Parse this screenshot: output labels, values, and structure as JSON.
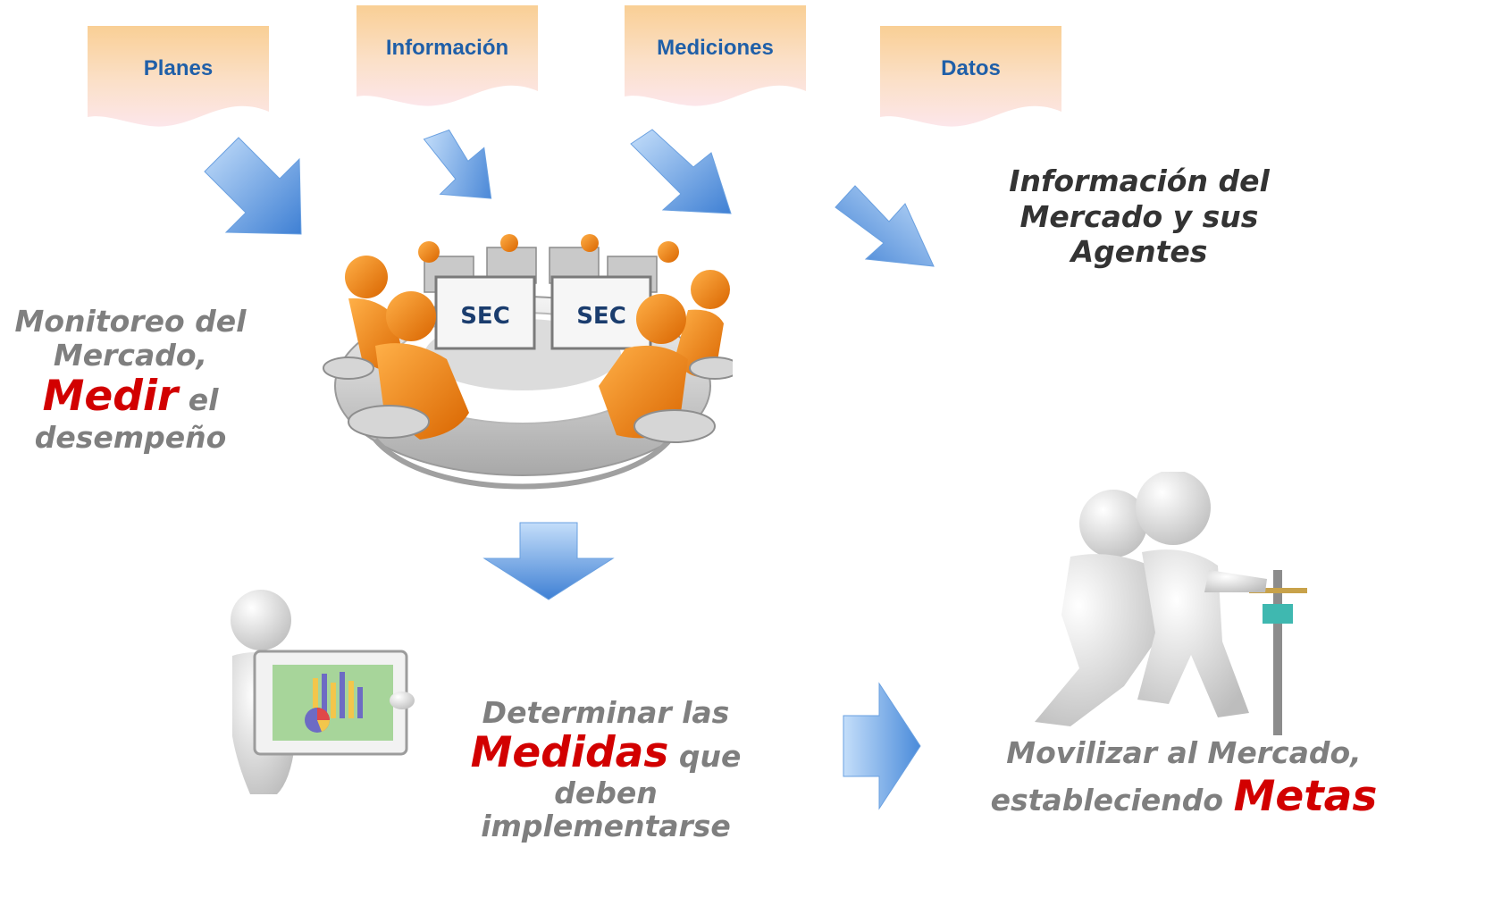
{
  "banners": {
    "planes": "Planes",
    "informacion": "Información",
    "mediciones": "Mediciones",
    "datos": "Datos"
  },
  "labels": {
    "market_info": [
      "Información del",
      "Mercado y sus",
      "Agentes"
    ],
    "monitor": {
      "line1": "Monitoreo del",
      "line2": "Mercado,",
      "medir": "Medir",
      "el": "el",
      "line4": "desempeño"
    },
    "determine": {
      "line1": "Determinar las",
      "medidas": "Medidas",
      "que": "que",
      "line3": "deben",
      "line4": "implementarse"
    },
    "mobilize": {
      "line1": "Movilizar al Mercado,",
      "estableciendo": "estableciendo",
      "metas": "Metas"
    }
  },
  "screen_logo": "SEC",
  "colors": {
    "banner_text": "#1f5fa8",
    "banner_top": "#f9d49a",
    "banner_bottom": "#fbe3e6",
    "arrow_light": "#a9cdf5",
    "arrow_dark": "#3f80d4",
    "accent_red": "#d20000",
    "caption_gray": "#7f7f7f",
    "figure_orange": "#f07f0c"
  }
}
